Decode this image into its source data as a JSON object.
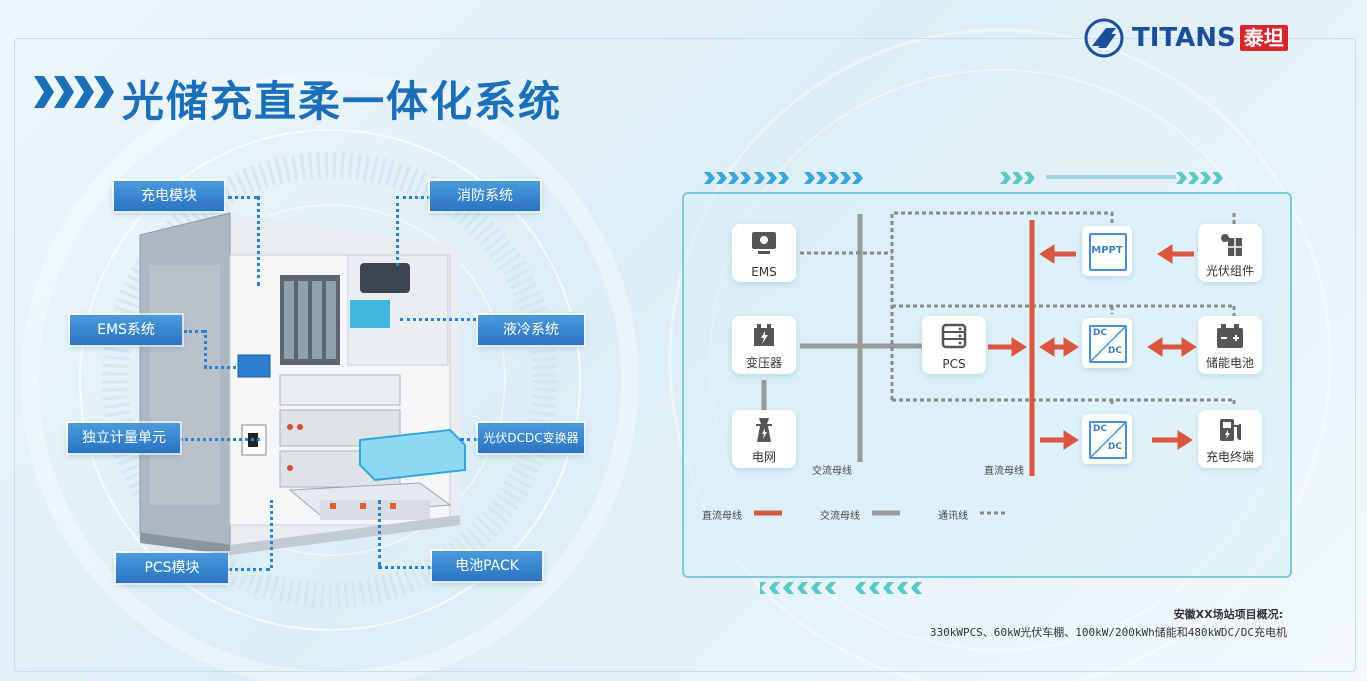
{
  "title": "光储充直柔一体化系统",
  "logo": {
    "text": "TITANS",
    "cn": "泰坦"
  },
  "callouts": {
    "charging_module": "充电模块",
    "fire_system": "消防系统",
    "ems_system": "EMS系统",
    "liquid_cooling": "液冷系统",
    "metering_unit": "独立计量单元",
    "pv_dcdc": "光伏DCDC变换器",
    "pcs_module": "PCS模块",
    "battery_pack": "电池PACK"
  },
  "diagram": {
    "nodes": {
      "ems": "EMS",
      "transformer": "变压器",
      "grid": "电网",
      "pcs": "PCS",
      "mppt": "MPPT",
      "pv_module": "光伏组件",
      "storage_battery": "储能电池",
      "charging_terminal": "充电终端",
      "dcdc_1_top": "DC",
      "dcdc_1_bottom": "DC",
      "dcdc_2_top": "DC",
      "dcdc_2_bottom": "DC"
    },
    "bus_labels": {
      "ac": "交流母线",
      "dc": "直流母线"
    },
    "legend": {
      "dc": "直流母线",
      "ac": "交流母线",
      "comm": "通讯线"
    },
    "colors": {
      "dc_bus": "#d9573e",
      "ac_bus": "#999999",
      "comm": "#8a8a8a",
      "accent": "#1a6fb8"
    }
  },
  "info": {
    "title": "安徽XX场站项目概况:",
    "body": "330kWPCS、60kW光伏车棚、100kW/200kWh储能和480kWDC/DC充电机"
  }
}
